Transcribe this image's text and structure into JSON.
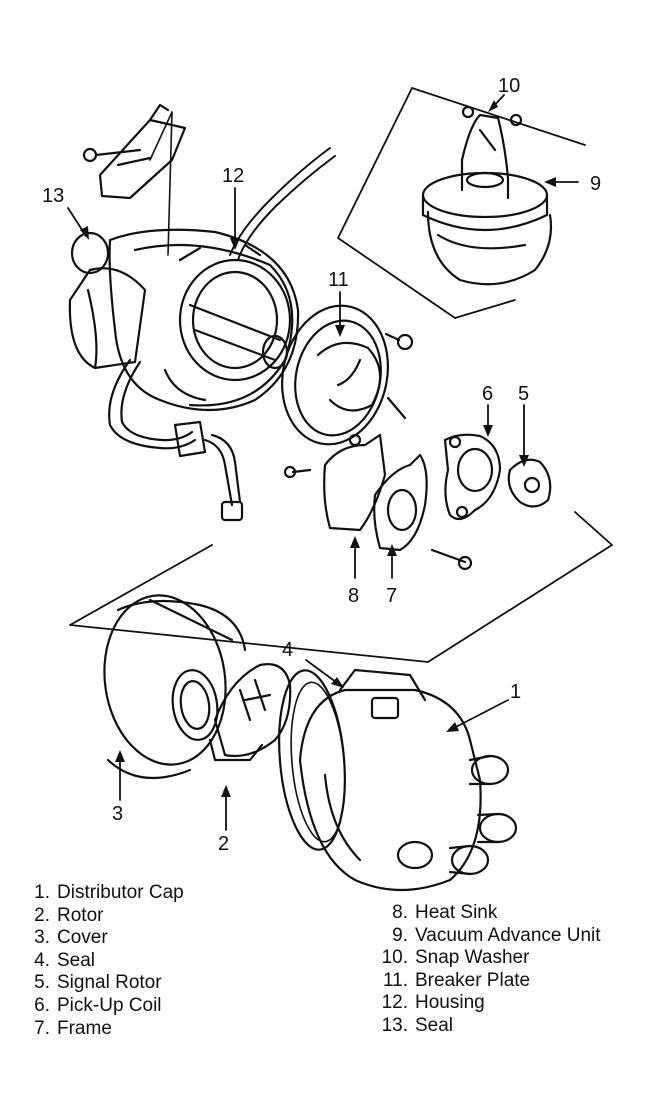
{
  "callouts": [
    "10",
    "9",
    "12",
    "13",
    "11",
    "6",
    "5",
    "8",
    "7",
    "4",
    "1",
    "3",
    "2"
  ],
  "legend_left": [
    {
      "num": "1.",
      "label": "Distributor Cap"
    },
    {
      "num": "2.",
      "label": "Rotor"
    },
    {
      "num": "3.",
      "label": "Cover"
    },
    {
      "num": "4.",
      "label": "Seal"
    },
    {
      "num": "5.",
      "label": "Signal Rotor"
    },
    {
      "num": "6.",
      "label": "Pick-Up Coil"
    },
    {
      "num": "7.",
      "label": "Frame"
    }
  ],
  "legend_right": [
    {
      "num": "8.",
      "label": "Heat Sink"
    },
    {
      "num": "9.",
      "label": "Vacuum Advance Unit"
    },
    {
      "num": "10.",
      "label": "Snap Washer"
    },
    {
      "num": "11.",
      "label": "Breaker Plate"
    },
    {
      "num": "12.",
      "label": "Housing"
    },
    {
      "num": "13.",
      "label": "Seal"
    }
  ]
}
